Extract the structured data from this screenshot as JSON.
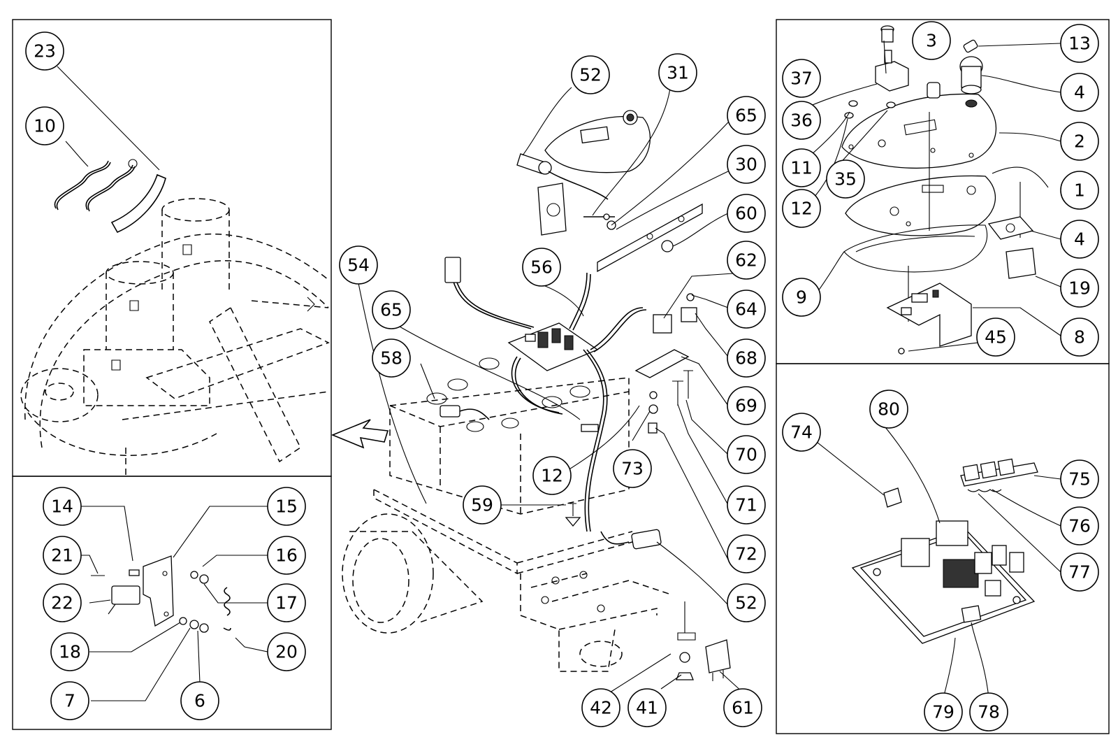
{
  "callouts": {
    "c23": "23",
    "c10": "10",
    "c14": "14",
    "c15": "15",
    "c21": "21",
    "c16": "16",
    "c22": "22",
    "c17": "17",
    "c18": "18",
    "c20": "20",
    "c7": "7",
    "c6": "6",
    "c54": "54",
    "c52a": "52",
    "c31": "31",
    "c65a": "65",
    "c30": "30",
    "c60": "60",
    "c56": "56",
    "c62": "62",
    "c65b": "65",
    "c64": "64",
    "c58": "58",
    "c68": "68",
    "c69": "69",
    "c70": "70",
    "c12b": "12",
    "c73": "73",
    "c71": "71",
    "c59": "59",
    "c72": "72",
    "c52b": "52",
    "c42": "42",
    "c41": "41",
    "c61": "61",
    "c3": "3",
    "c13": "13",
    "c37": "37",
    "c4a": "4",
    "c36": "36",
    "c2": "2",
    "c11": "11",
    "c35": "35",
    "c1": "1",
    "c12a": "12",
    "c4b": "4",
    "c9": "9",
    "c19": "19",
    "c8": "8",
    "c45": "45",
    "c80": "80",
    "c74": "74",
    "c75": "75",
    "c76": "76",
    "c77": "77",
    "c79": "79",
    "c78": "78"
  }
}
